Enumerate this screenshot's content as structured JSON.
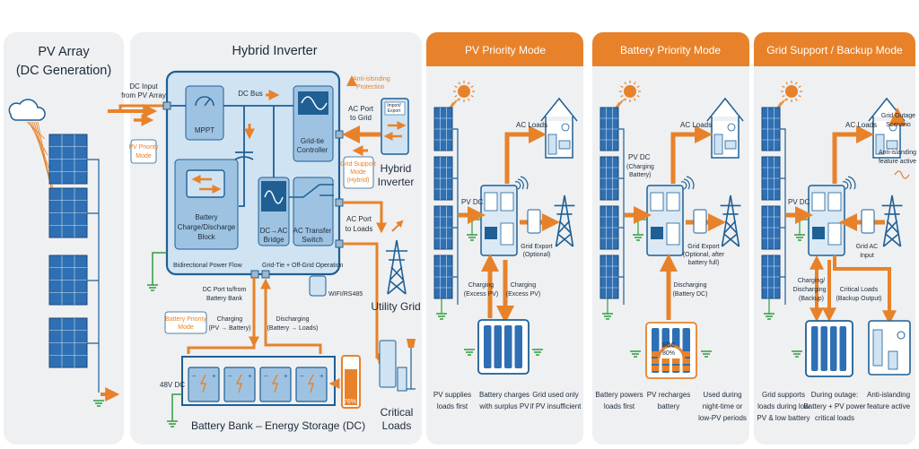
{
  "colors": {
    "orange": "#e8822a",
    "blue": "#1f5f94",
    "light_blue": "#cfe3f3",
    "panel_bg": "#eef0f2",
    "ground": "#2e9e3e"
  },
  "pv_array": {
    "title": "PV Array",
    "subtitle": "(DC Generation)"
  },
  "inverter": {
    "title": "Hybrid Inverter",
    "dc_input": [
      "DC Input",
      "from PV Array"
    ],
    "pv_priority_callout": [
      "PV Priority",
      "Mode"
    ],
    "dc_bus": "DC Bus",
    "mppt": "MPPT",
    "grid_tie": [
      "Grid-tie",
      "Controller"
    ],
    "battery_block": [
      "Battery",
      "Charge/Discharge",
      "Block"
    ],
    "dc_ac": [
      "DC→AC",
      "Bridge"
    ],
    "transfer": [
      "AC Transfer",
      "Switch"
    ],
    "bidirectional": "Bidirectional Power Flow",
    "operation": "Grid-Tie + Off-Grid Operation",
    "anti_islanding": [
      "Anti-islsnding",
      "Protection"
    ],
    "ac_grid": [
      "AC Port",
      "to Grid"
    ],
    "import_export": [
      "Import/",
      "Export"
    ],
    "grid_support_callout": [
      "Grid Support",
      "Mode",
      "(Hybrid)"
    ],
    "hybrid_label": [
      "Hybrid",
      "Inverter"
    ],
    "ac_loads": [
      "AC Port",
      "to Loads"
    ],
    "utility_grid": "Utility Grid",
    "wifi": "WIFI/RS485",
    "dc_port": [
      "DC Port to/from",
      "Battery Bank"
    ],
    "battery_callout": [
      "Battery Priority",
      "Mode"
    ],
    "charging": [
      "Charging",
      "(PV → Battery)"
    ],
    "discharging": [
      "Discharging",
      "(Battery → Loads)"
    ],
    "voltage": "48V DC",
    "bank_title": "Battery Bank – Energy Storage (DC)",
    "soc": "76%",
    "critical": [
      "Critical",
      "Loads"
    ]
  },
  "modes": [
    {
      "title": "PV Priority Mode",
      "ac_loads": "AC Loads",
      "pv_dc": [
        "PV DC"
      ],
      "grid": [
        "Grid Export",
        "(Optional)"
      ],
      "flow_left": [
        "Charging",
        "(Excess PV)"
      ],
      "flow_right": [
        "Charging",
        "(Excess PV)"
      ],
      "captions": [
        [
          "PV supplies",
          "loads first"
        ],
        [
          "Battery charges",
          "with surplus PV"
        ],
        [
          "Grid used only",
          "if PV insufficient"
        ]
      ]
    },
    {
      "title": "Battery Priority Mode",
      "ac_loads": "AC Loads",
      "pv_dc": [
        "PV DC",
        "(Charging",
        "Battery)"
      ],
      "grid": [
        "Grid Export",
        "(Optional, after",
        "battery full)"
      ],
      "flow_left": [
        "Discharging",
        "(Battery DC)"
      ],
      "soc": [
        "SOC",
        "80%"
      ],
      "captions": [
        [
          "Battery powers",
          "loads first"
        ],
        [
          "PV recharges",
          "battery"
        ],
        [
          "Used during",
          "night-time or",
          "low-PV periods"
        ]
      ]
    },
    {
      "title": "Grid Support / Backup Mode",
      "ac_loads": "AC Loads",
      "outage": [
        "Grid Outage",
        "Scenario"
      ],
      "anti": [
        "Anti-islanding",
        "feature active"
      ],
      "pv_dc": [
        "PV DC"
      ],
      "grid": [
        "Grid AC",
        "Input"
      ],
      "flow_left": [
        "Charging/",
        "Discharging",
        "(Backup)"
      ],
      "critical": [
        "Critical Loads",
        "(Backup Output)"
      ],
      "captions": [
        [
          "Grid supports",
          "loads during low",
          "PV & low battery"
        ],
        [
          "During outage:",
          "Battery + PV power",
          "critical loads"
        ],
        [
          "Anti-islanding",
          "feature active"
        ]
      ]
    }
  ]
}
